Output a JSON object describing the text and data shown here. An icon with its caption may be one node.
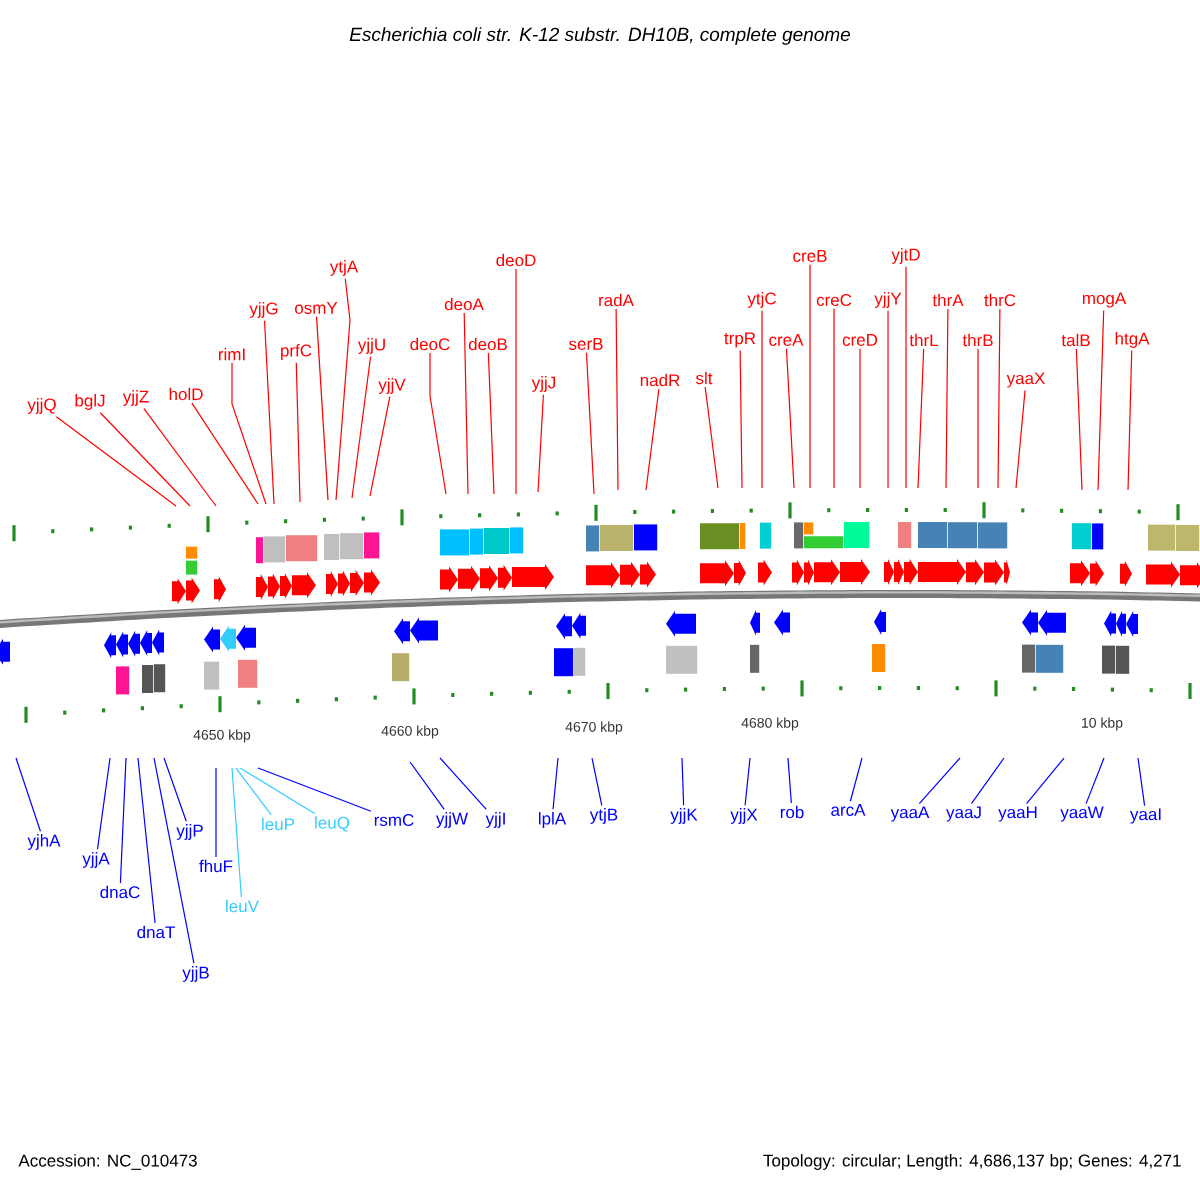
{
  "diagram": {
    "title": "Escherichia coli str. K-12 substr. DH10B, complete genome",
    "nodes": [
      {
        "text": [
          "yjjQ"
        ]
      },
      {
        "text": [
          "bglJ"
        ]
      },
      {
        "text": [
          "yjjZ"
        ]
      },
      {
        "text": [
          "holD"
        ]
      },
      {
        "text": [
          "rimI"
        ]
      },
      {
        "text": [
          "yjjG"
        ]
      },
      {
        "text": [
          "prfC"
        ]
      },
      {
        "text": [
          "osmY"
        ]
      },
      {
        "text": [
          "ytjA"
        ]
      },
      {
        "text": [
          "yjjU"
        ]
      },
      {
        "text": [
          "yjjV"
        ]
      },
      {
        "text": [
          "deoC"
        ]
      },
      {
        "text": [
          "deoA"
        ]
      },
      {
        "text": [
          "deoD"
        ]
      },
      {
        "text": [
          "deoB"
        ]
      },
      {
        "text": [
          "yjjJ"
        ]
      },
      {
        "text": [
          "serB"
        ]
      },
      {
        "text": [
          "radA"
        ]
      },
      {
        "text": [
          "nadR"
        ]
      },
      {
        "text": [
          "slt"
        ]
      },
      {
        "text": [
          "trpR"
        ]
      },
      {
        "text": [
          "ytjC"
        ]
      },
      {
        "text": [
          "creB"
        ]
      },
      {
        "text": [
          "creA"
        ]
      },
      {
        "text": [
          "creC"
        ]
      },
      {
        "text": [
          "creD"
        ]
      },
      {
        "text": [
          "yjjY"
        ]
      },
      {
        "text": [
          "yjtD"
        ]
      },
      {
        "text": [
          "thrL"
        ]
      },
      {
        "text": [
          "thrA"
        ]
      },
      {
        "text": [
          "thrB"
        ]
      },
      {
        "text": [
          "thrC"
        ]
      },
      {
        "text": [
          "yaaX"
        ]
      },
      {
        "text": [
          "talB"
        ]
      },
      {
        "text": [
          "mogA"
        ]
      },
      {
        "text": [
          "htgA"
        ]
      },
      {
        "text": [
          "yjhA"
        ]
      },
      {
        "text": [
          "yjjA"
        ]
      },
      {
        "text": [
          "dnaC"
        ]
      },
      {
        "text": [
          "dnaT"
        ]
      },
      {
        "text": [
          "yjjB"
        ]
      },
      {
        "text": [
          "yjjP"
        ]
      },
      {
        "text": [
          "fhuF"
        ]
      },
      {
        "text": [
          "leuV"
        ]
      },
      {
        "text": [
          "leuP"
        ]
      },
      {
        "text": [
          "leuQ"
        ]
      },
      {
        "text": [
          "rsmC"
        ]
      },
      {
        "text": [
          "yjjW"
        ]
      },
      {
        "text": [
          "yjjI"
        ]
      },
      {
        "text": [
          "lplA"
        ]
      },
      {
        "text": [
          "ytjB"
        ]
      },
      {
        "text": [
          "yjjK"
        ]
      },
      {
        "text": [
          "yjjX"
        ]
      },
      {
        "text": [
          "rob"
        ]
      },
      {
        "text": [
          "arcA"
        ]
      },
      {
        "text": [
          "yaaA"
        ]
      },
      {
        "text": [
          "yaaJ"
        ]
      },
      {
        "text": [
          "yaaH"
        ]
      },
      {
        "text": [
          "yaaW"
        ]
      },
      {
        "text": [
          "yaaI"
        ]
      }
    ],
    "edges": [
      {
        "from": 0,
        "to": null,
        "arrow": "none"
      },
      {
        "from": 1,
        "to": null,
        "arrow": "none"
      },
      {
        "from": 2,
        "to": null,
        "arrow": "none"
      },
      {
        "from": 3,
        "to": null,
        "arrow": "none"
      },
      {
        "from": 4,
        "to": null,
        "arrow": "none"
      },
      {
        "from": 5,
        "to": null,
        "arrow": "none"
      },
      {
        "from": 6,
        "to": null,
        "arrow": "none"
      },
      {
        "from": 7,
        "to": null,
        "arrow": "none"
      },
      {
        "from": 8,
        "to": null,
        "arrow": "none"
      },
      {
        "from": 9,
        "to": null,
        "arrow": "none"
      },
      {
        "from": 10,
        "to": null,
        "arrow": "none"
      },
      {
        "from": 11,
        "to": null,
        "arrow": "none"
      },
      {
        "from": 12,
        "to": null,
        "arrow": "none"
      },
      {
        "from": 13,
        "to": null,
        "arrow": "none"
      },
      {
        "from": 14,
        "to": null,
        "arrow": "none"
      },
      {
        "from": 15,
        "to": null,
        "arrow": "none"
      },
      {
        "from": 16,
        "to": null,
        "arrow": "none"
      },
      {
        "from": 17,
        "to": null,
        "arrow": "none"
      },
      {
        "from": 18,
        "to": null,
        "arrow": "none"
      },
      {
        "from": 19,
        "to": null,
        "arrow": "none"
      },
      {
        "from": 20,
        "to": null,
        "arrow": "none"
      },
      {
        "from": 21,
        "to": null,
        "arrow": "none"
      },
      {
        "from": 22,
        "to": null,
        "arrow": "none"
      },
      {
        "from": 23,
        "to": null,
        "arrow": "none"
      },
      {
        "from": 24,
        "to": null,
        "arrow": "none"
      },
      {
        "from": 25,
        "to": null,
        "arrow": "none"
      },
      {
        "from": 26,
        "to": null,
        "arrow": "none"
      },
      {
        "from": 27,
        "to": null,
        "arrow": "none"
      },
      {
        "from": 28,
        "to": null,
        "arrow": "none"
      },
      {
        "from": 29,
        "to": null,
        "arrow": "none"
      },
      {
        "from": 30,
        "to": null,
        "arrow": "none"
      },
      {
        "from": 31,
        "to": null,
        "arrow": "none"
      },
      {
        "from": 32,
        "to": null,
        "arrow": "none"
      },
      {
        "from": 33,
        "to": null,
        "arrow": "none"
      },
      {
        "from": 34,
        "to": null,
        "arrow": "none"
      },
      {
        "from": 35,
        "to": null,
        "arrow": "none"
      },
      {
        "from": 36,
        "to": null,
        "arrow": "none",
        "color": "#0000ff"
      },
      {
        "from": 37,
        "to": null,
        "arrow": "none",
        "color": "#0000ff"
      },
      {
        "from": 38,
        "to": null,
        "arrow": "none",
        "color": "#0000ff"
      },
      {
        "from": 39,
        "to": null,
        "arrow": "none",
        "color": "#0000ff"
      },
      {
        "from": 40,
        "to": null,
        "arrow": "none",
        "color": "#0000ff"
      },
      {
        "from": 41,
        "to": null,
        "arrow": "none",
        "color": "#0000ff"
      },
      {
        "from": 42,
        "to": null,
        "arrow": "none",
        "color": "#0000ff"
      },
      {
        "from": 43,
        "to": null,
        "arrow": "none",
        "color": "#33ccff"
      },
      {
        "from": 44,
        "to": null,
        "arrow": "none",
        "color": "#33ccff"
      },
      {
        "from": 45,
        "to": null,
        "arrow": "none",
        "color": "#33ccff"
      },
      {
        "from": 46,
        "to": null,
        "arrow": "none",
        "color": "#0000ff"
      },
      {
        "from": 47,
        "to": null,
        "arrow": "none",
        "color": "#0000ff"
      },
      {
        "from": 48,
        "to": null,
        "arrow": "none",
        "color": "#0000ff"
      },
      {
        "from": 49,
        "to": null,
        "arrow": "none",
        "color": "#0000ff"
      },
      {
        "from": 50,
        "to": null,
        "arrow": "none",
        "color": "#0000ff"
      },
      {
        "from": 51,
        "to": null,
        "arrow": "none",
        "color": "#0000ff"
      },
      {
        "from": 52,
        "to": null,
        "arrow": "none",
        "color": "#0000ff"
      },
      {
        "from": 53,
        "to": null,
        "arrow": "none",
        "color": "#0000ff"
      },
      {
        "from": 54,
        "to": null,
        "arrow": "none",
        "color": "#0000ff"
      },
      {
        "from": 55,
        "to": null,
        "arrow": "none",
        "color": "#0000ff"
      },
      {
        "from": 56,
        "to": null,
        "arrow": "none",
        "color": "#0000ff"
      },
      {
        "from": 57,
        "to": null,
        "arrow": "none",
        "color": "#0000ff"
      },
      {
        "from": 58,
        "to": null,
        "arrow": "none",
        "color": "#0000ff"
      },
      {
        "from": 59,
        "to": null,
        "arrow": "none",
        "color": "#0000ff"
      }
    ],
    "labels": [
      "4650 kbp",
      "4660 kbp",
      "4670 kbp",
      "4680 kbp",
      "10 kbp",
      "Accession: NC_010473",
      "Topology: circular; Length: 4,686,137 bp; Genes: 4,271"
    ]
  }
}
